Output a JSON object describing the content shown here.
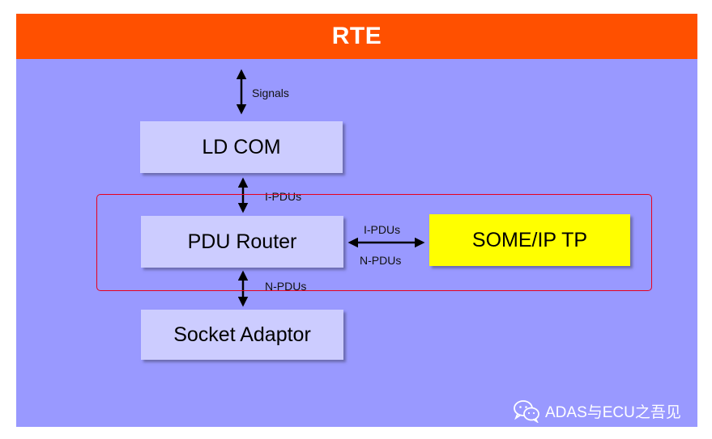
{
  "header": {
    "title": "RTE"
  },
  "boxes": {
    "ld_com": "LD COM",
    "pdu_router": "PDU Router",
    "socket_adaptor": "Socket Adaptor",
    "someip_tp": "SOME/IP TP"
  },
  "arrow_labels": {
    "rte_to_ldcom": "Signals",
    "ldcom_to_pdu": "I-PDUs",
    "pdu_to_socket": "N-PDUs",
    "pdu_to_someip_top": "I-PDUs",
    "pdu_to_someip_bottom": "N-PDUs"
  },
  "watermark": {
    "text": "ADAS与ECU之吾见",
    "icon": "wechat-icon"
  },
  "colors": {
    "header": "#ff5000",
    "background": "#9999ff",
    "box": "#ccccff",
    "someip_box": "#ffff00",
    "highlight_border": "#e8001c"
  }
}
